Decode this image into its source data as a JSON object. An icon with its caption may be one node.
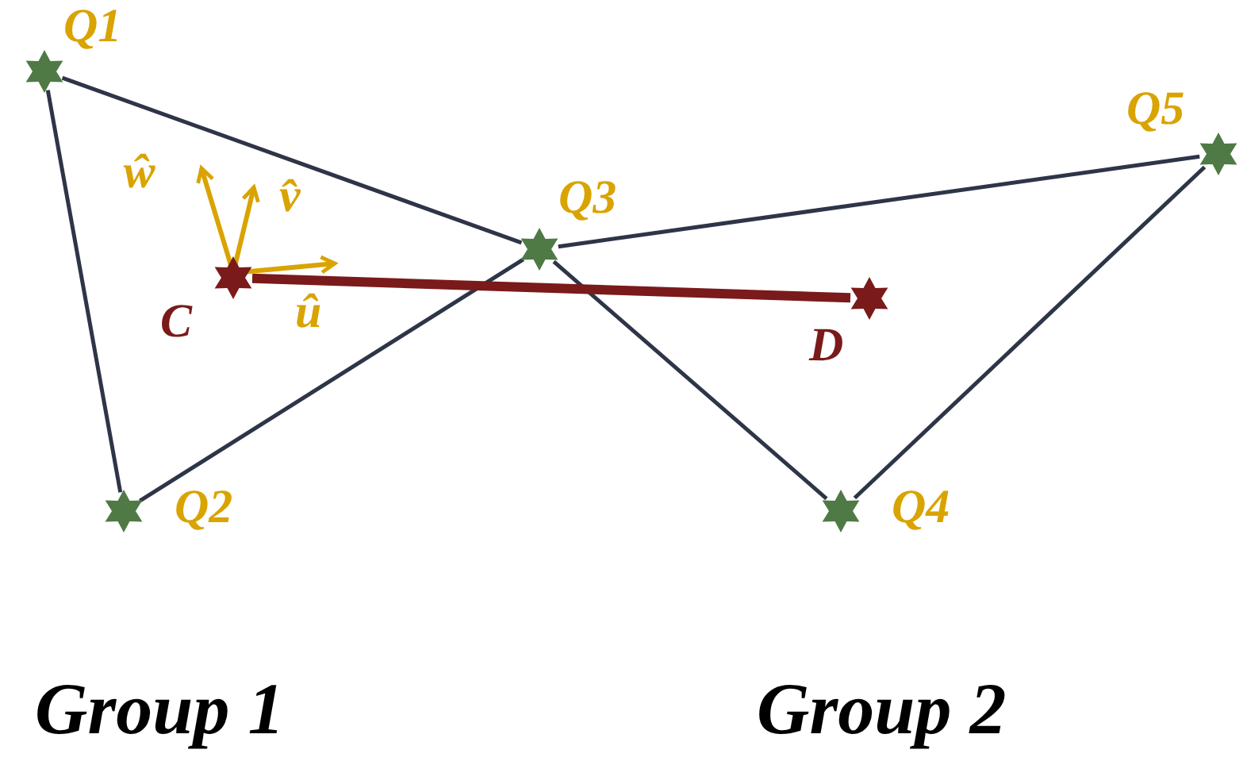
{
  "diagram": {
    "nodes": [
      {
        "text": [
          "Q1"
        ]
      },
      {
        "text": [
          "Q2"
        ]
      },
      {
        "text": [
          "Q3"
        ]
      },
      {
        "text": [
          "C"
        ]
      },
      {
        "text": [
          "D"
        ]
      },
      {
        "text": [
          "Q4"
        ]
      },
      {
        "text": [
          "Q5"
        ]
      }
    ],
    "edges": [
      {
        "from": 0,
        "to": 2,
        "arrow": "none"
      },
      {
        "from": 0,
        "to": 1,
        "arrow": "none"
      },
      {
        "from": 1,
        "to": 2,
        "arrow": "none"
      },
      {
        "from": 2,
        "to": 6,
        "arrow": "none"
      },
      {
        "from": 2,
        "to": 5,
        "arrow": "none"
      },
      {
        "from": 5,
        "to": 6,
        "arrow": "none"
      },
      {
        "from": 3,
        "to": 4,
        "arrow": "none",
        "style": "thick",
        "color": "#7a1a1a"
      }
    ],
    "labels": [
      "ŵ",
      "v̂",
      "û",
      "Group 1",
      "Group 2"
    ]
  }
}
